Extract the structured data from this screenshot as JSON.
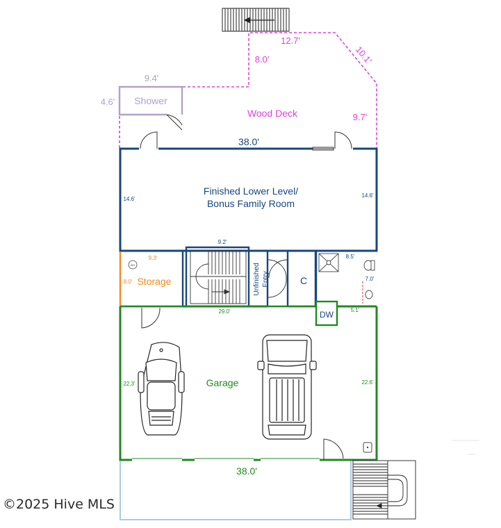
{
  "colors": {
    "deck": "#e040e0",
    "shower": "#b0a2c8",
    "living": "#17467e",
    "storage": "#f08a1e",
    "garage": "#1f8a1f",
    "driveway": "#a8cbe8",
    "lines": "#333333"
  },
  "deck": {
    "label": "Wood Deck",
    "dim_top": "12.7'",
    "dim_left_step": "8.0'",
    "dim_diag": "10.1'",
    "dim_right": "9.7'",
    "dim_shower_top": "9.4'",
    "dim_shower_side": "4.6'"
  },
  "shower": {
    "label": "Shower"
  },
  "living": {
    "label_line1": "Finished Lower Level/",
    "label_line2": "Bonus Family Room",
    "dim_top": "38.0'",
    "dim_left": "14.6'",
    "dim_right": "14.6'"
  },
  "middle": {
    "stair_dim": "9.2'",
    "storage_label": "Storage",
    "storage_dim_top": "9.3'",
    "storage_dim_side": "8.0'",
    "water_heater": "WH",
    "entry_line1": "Unfinished",
    "entry_line2": "Entry",
    "closet": "C",
    "bath_dim_top": "8.5'",
    "bath_dim_side": "7.0'",
    "bath_dim_bottom": "5.1'",
    "dishwasher": "DW",
    "dim_bottom": "29.0'"
  },
  "garage": {
    "label": "Garage",
    "dim_left": "22.3'",
    "dim_right": "22.6'",
    "dim_bottom": "38.0'"
  },
  "watermark": "©2025 Hive MLS"
}
